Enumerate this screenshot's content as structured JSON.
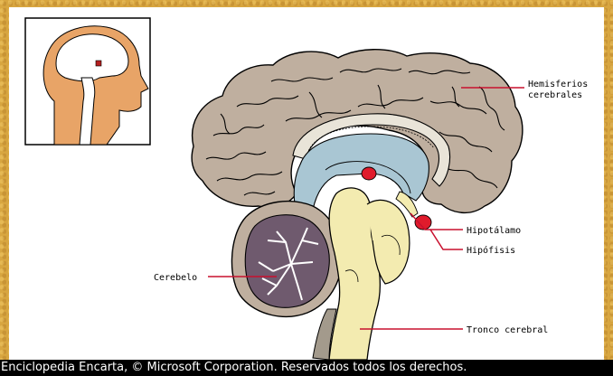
{
  "labels": {
    "hemisferios_line1": "Hemisferios",
    "hemisferios_line2": "cerebrales",
    "hipotalamo": "Hipotálamo",
    "hipofisis": "Hipófisis",
    "cerebelo": "Cerebelo",
    "tronco": "Tronco cerebral"
  },
  "caption": "Enciclopedia Encarta, © Microsoft Corporation. Reservados todos los derechos.",
  "colors": {
    "frame": "#d8a640",
    "cortex": "#bfaf9f",
    "ventricle": "#a9c6d3",
    "cerebellum": "#6f5a6e",
    "brainstem": "#f3ebb0",
    "label_line": "#c8102e",
    "gland": "#e01b2c"
  }
}
